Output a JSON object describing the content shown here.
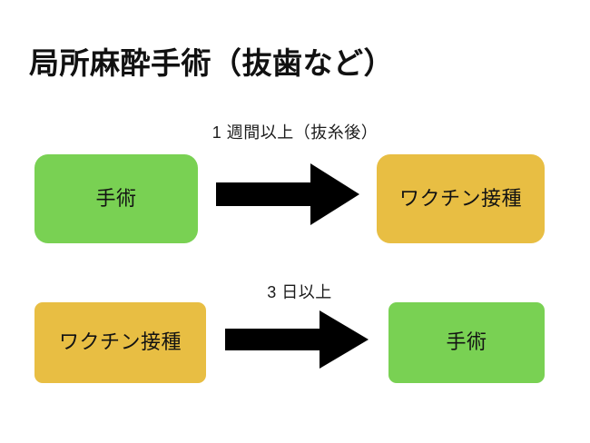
{
  "slide": {
    "title": "局所麻酔手術（抜歯など）",
    "background_color": "#ffffff"
  },
  "palette": {
    "green": "#79d153",
    "orange": "#e8be43",
    "arrow": "#000000",
    "text": "#131313"
  },
  "flows": [
    {
      "id": "surgery-then-vaccination",
      "from": {
        "label": "手術",
        "color_name": "green",
        "color": "#79d153"
      },
      "arrow": {
        "icon": "right-block-arrow-icon",
        "direction": "right",
        "color": "#000000"
      },
      "caption": "1 週間以上（抜糸後）",
      "to": {
        "label": "ワクチン接種",
        "color_name": "orange",
        "color": "#e8be43"
      }
    },
    {
      "id": "vaccination-then-surgery",
      "from": {
        "label": "ワクチン接種",
        "color_name": "orange",
        "color": "#e8be43"
      },
      "arrow": {
        "icon": "right-block-arrow-icon",
        "direction": "right",
        "color": "#000000"
      },
      "caption": "3 日以上",
      "to": {
        "label": "手術",
        "color_name": "green",
        "color": "#79d153"
      }
    }
  ]
}
